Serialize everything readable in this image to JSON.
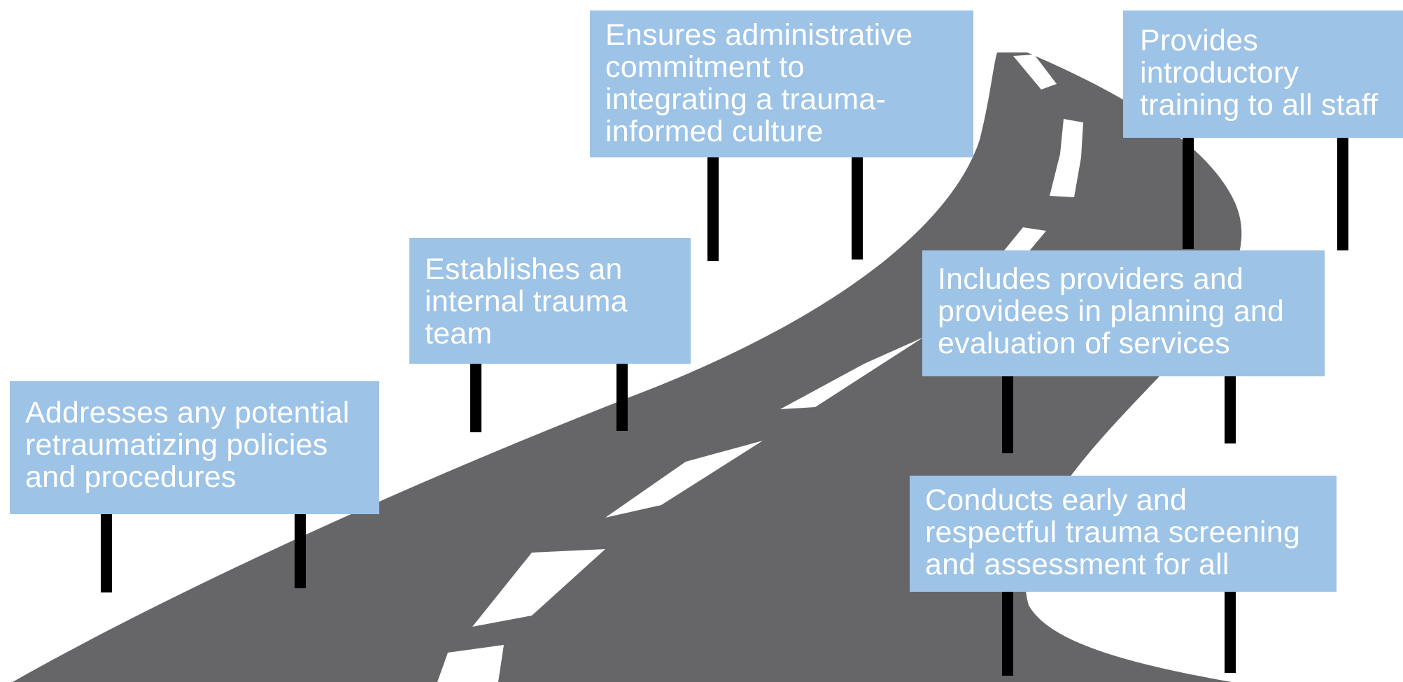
{
  "colors": {
    "road": "#666668",
    "lane_marking": "#ffffff",
    "sign_background": "#9dc3e6",
    "sign_text": "#ffffff",
    "post": "#000000",
    "background": "#ffffff"
  },
  "signs": [
    {
      "id": "addresses",
      "lines": [
        "Addresses any potential",
        "retraumatizing policies",
        "and procedures"
      ]
    },
    {
      "id": "internal-team",
      "lines": [
        "Establishes an",
        "internal trauma",
        "team"
      ]
    },
    {
      "id": "admin-commitment",
      "lines": [
        "Ensures administrative",
        "commitment to",
        "integrating a trauma-",
        "informed culture"
      ]
    },
    {
      "id": "training",
      "lines": [
        "Provides",
        "introductory",
        "training to all staff"
      ]
    },
    {
      "id": "includes-providers",
      "lines": [
        "Includes providers and",
        "providees in planning and",
        "evaluation of services"
      ]
    },
    {
      "id": "screening",
      "lines": [
        "Conducts early and",
        "respectful trauma screening",
        "and assessment for all"
      ]
    }
  ]
}
